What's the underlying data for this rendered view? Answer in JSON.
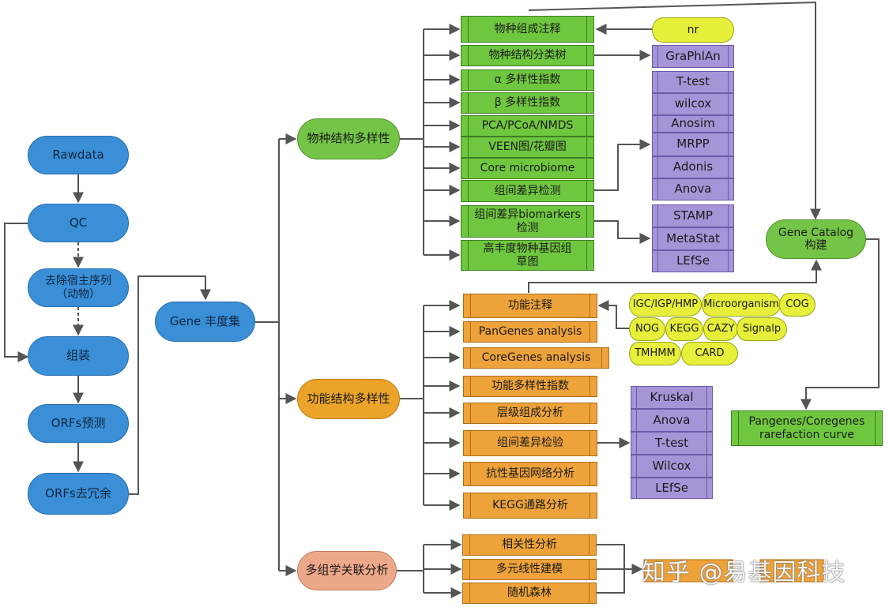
{
  "colors": {
    "pipeline": "#3a8fd6",
    "taxonomy": "#6fc73f",
    "function": "#eda23a",
    "multiomics": "#eda88a",
    "methods": "#a694d8",
    "databases": "#e6ef3a",
    "connector": "#555555"
  },
  "pipeline": {
    "rawdata": "Rawdata",
    "qc": "QC",
    "host_removal": "去除宿主序列\n（动物）",
    "assembly": "组装",
    "orf_prediction": "ORFs预测",
    "orf_dedup": "ORFs去冗余"
  },
  "gene_abundance": "Gene 丰度集",
  "branches": {
    "taxonomy": "物种结构多样性",
    "function": "功能结构多样性",
    "multiomics": "多组学关联分析"
  },
  "taxonomy_items": [
    "物种组成注释",
    "物种结构分类树",
    "α 多样性指数",
    "β 多样性指数",
    "PCA/PCoA/NMDS",
    "VEEN图/花瓣图",
    "Core microbiome",
    "组间差异检测",
    "组间差异biomarkers\n检测",
    "高丰度物种基因组\n草图"
  ],
  "taxonomy_refs": {
    "nr": "nr",
    "graphlan": "GraPhlAn"
  },
  "taxonomy_tests": [
    "T-test",
    "wilcox",
    "Anosim",
    "MRPP",
    "Adonis",
    "Anova"
  ],
  "taxonomy_biomarker_tools": [
    "STAMP",
    "MetaStat",
    "LEfSe"
  ],
  "gene_catalog": "Gene Catalog\n构建",
  "pangenes_curve": "Pangenes/Coregenes\nrarefaction curve",
  "function_items": [
    "功能注释",
    "PanGenes analysis",
    "CoreGenes analysis",
    "功能多样性指数",
    "层级组成分析",
    "组间差异检验",
    "抗性基因网络分析",
    "KEGG通路分析"
  ],
  "function_databases": [
    [
      "IGC/IGP/HMP",
      "Microorganism",
      "COG"
    ],
    [
      "NOG",
      "KEGG",
      "CAZY",
      "Signalp"
    ],
    [
      "TMHMM",
      "CARD"
    ]
  ],
  "function_tests": [
    "Kruskal",
    "Anova",
    "T-test",
    "Wilcox",
    "LEfSe"
  ],
  "multiomics_items": [
    "相关性分析",
    "多元线性建模",
    "随机森林"
  ],
  "watermark": "知乎 @易基因科技"
}
